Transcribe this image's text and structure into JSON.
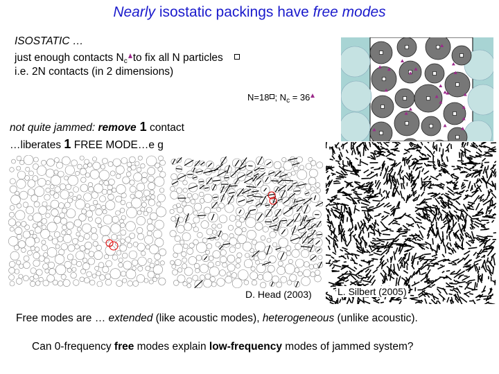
{
  "slide": {
    "title": {
      "part1": "Nearly",
      "part2": " isostatic packings have ",
      "part3": "free modes"
    },
    "isostatic_heading": "ISOSTATIC …",
    "line1": {
      "pre": "just enough contacts N",
      "sub": "c",
      "post": "to fix all N particles"
    },
    "line2": "i.e. 2N contacts     (in 2 dimensions)",
    "count_label": {
      "pre": "N=18",
      "mid": "; N",
      "sub": "c",
      "post": " = 36"
    },
    "jammed_line": {
      "pre": "not quite jammed:  ",
      "bold": "remove",
      "num": " 1",
      "post": " contact"
    },
    "free_mode_line": {
      "pre": "…liberates ",
      "num": "1",
      "post": " FREE MODE…e g"
    },
    "credit_head": "D. Head (2003)",
    "credit_silbert": "L. Silbert (2005)",
    "extended_line": {
      "pre": "Free modes are … ",
      "ital1": "extended",
      "mid": " (like acoustic modes), ",
      "ital2": "heterogeneous",
      "post": " (unlike acoustic)."
    },
    "question": {
      "pre": "Can 0-frequency ",
      "bold1": "free",
      "mid": " modes explain ",
      "bold2": "low-frequency",
      "post": " modes of jammed system?"
    }
  },
  "colors": {
    "title": "#1a1acc",
    "contact_marker": "#9b2a8a",
    "removed_contact": "#dd0000",
    "wall": "#a8d4d4",
    "particle": "#777777"
  }
}
